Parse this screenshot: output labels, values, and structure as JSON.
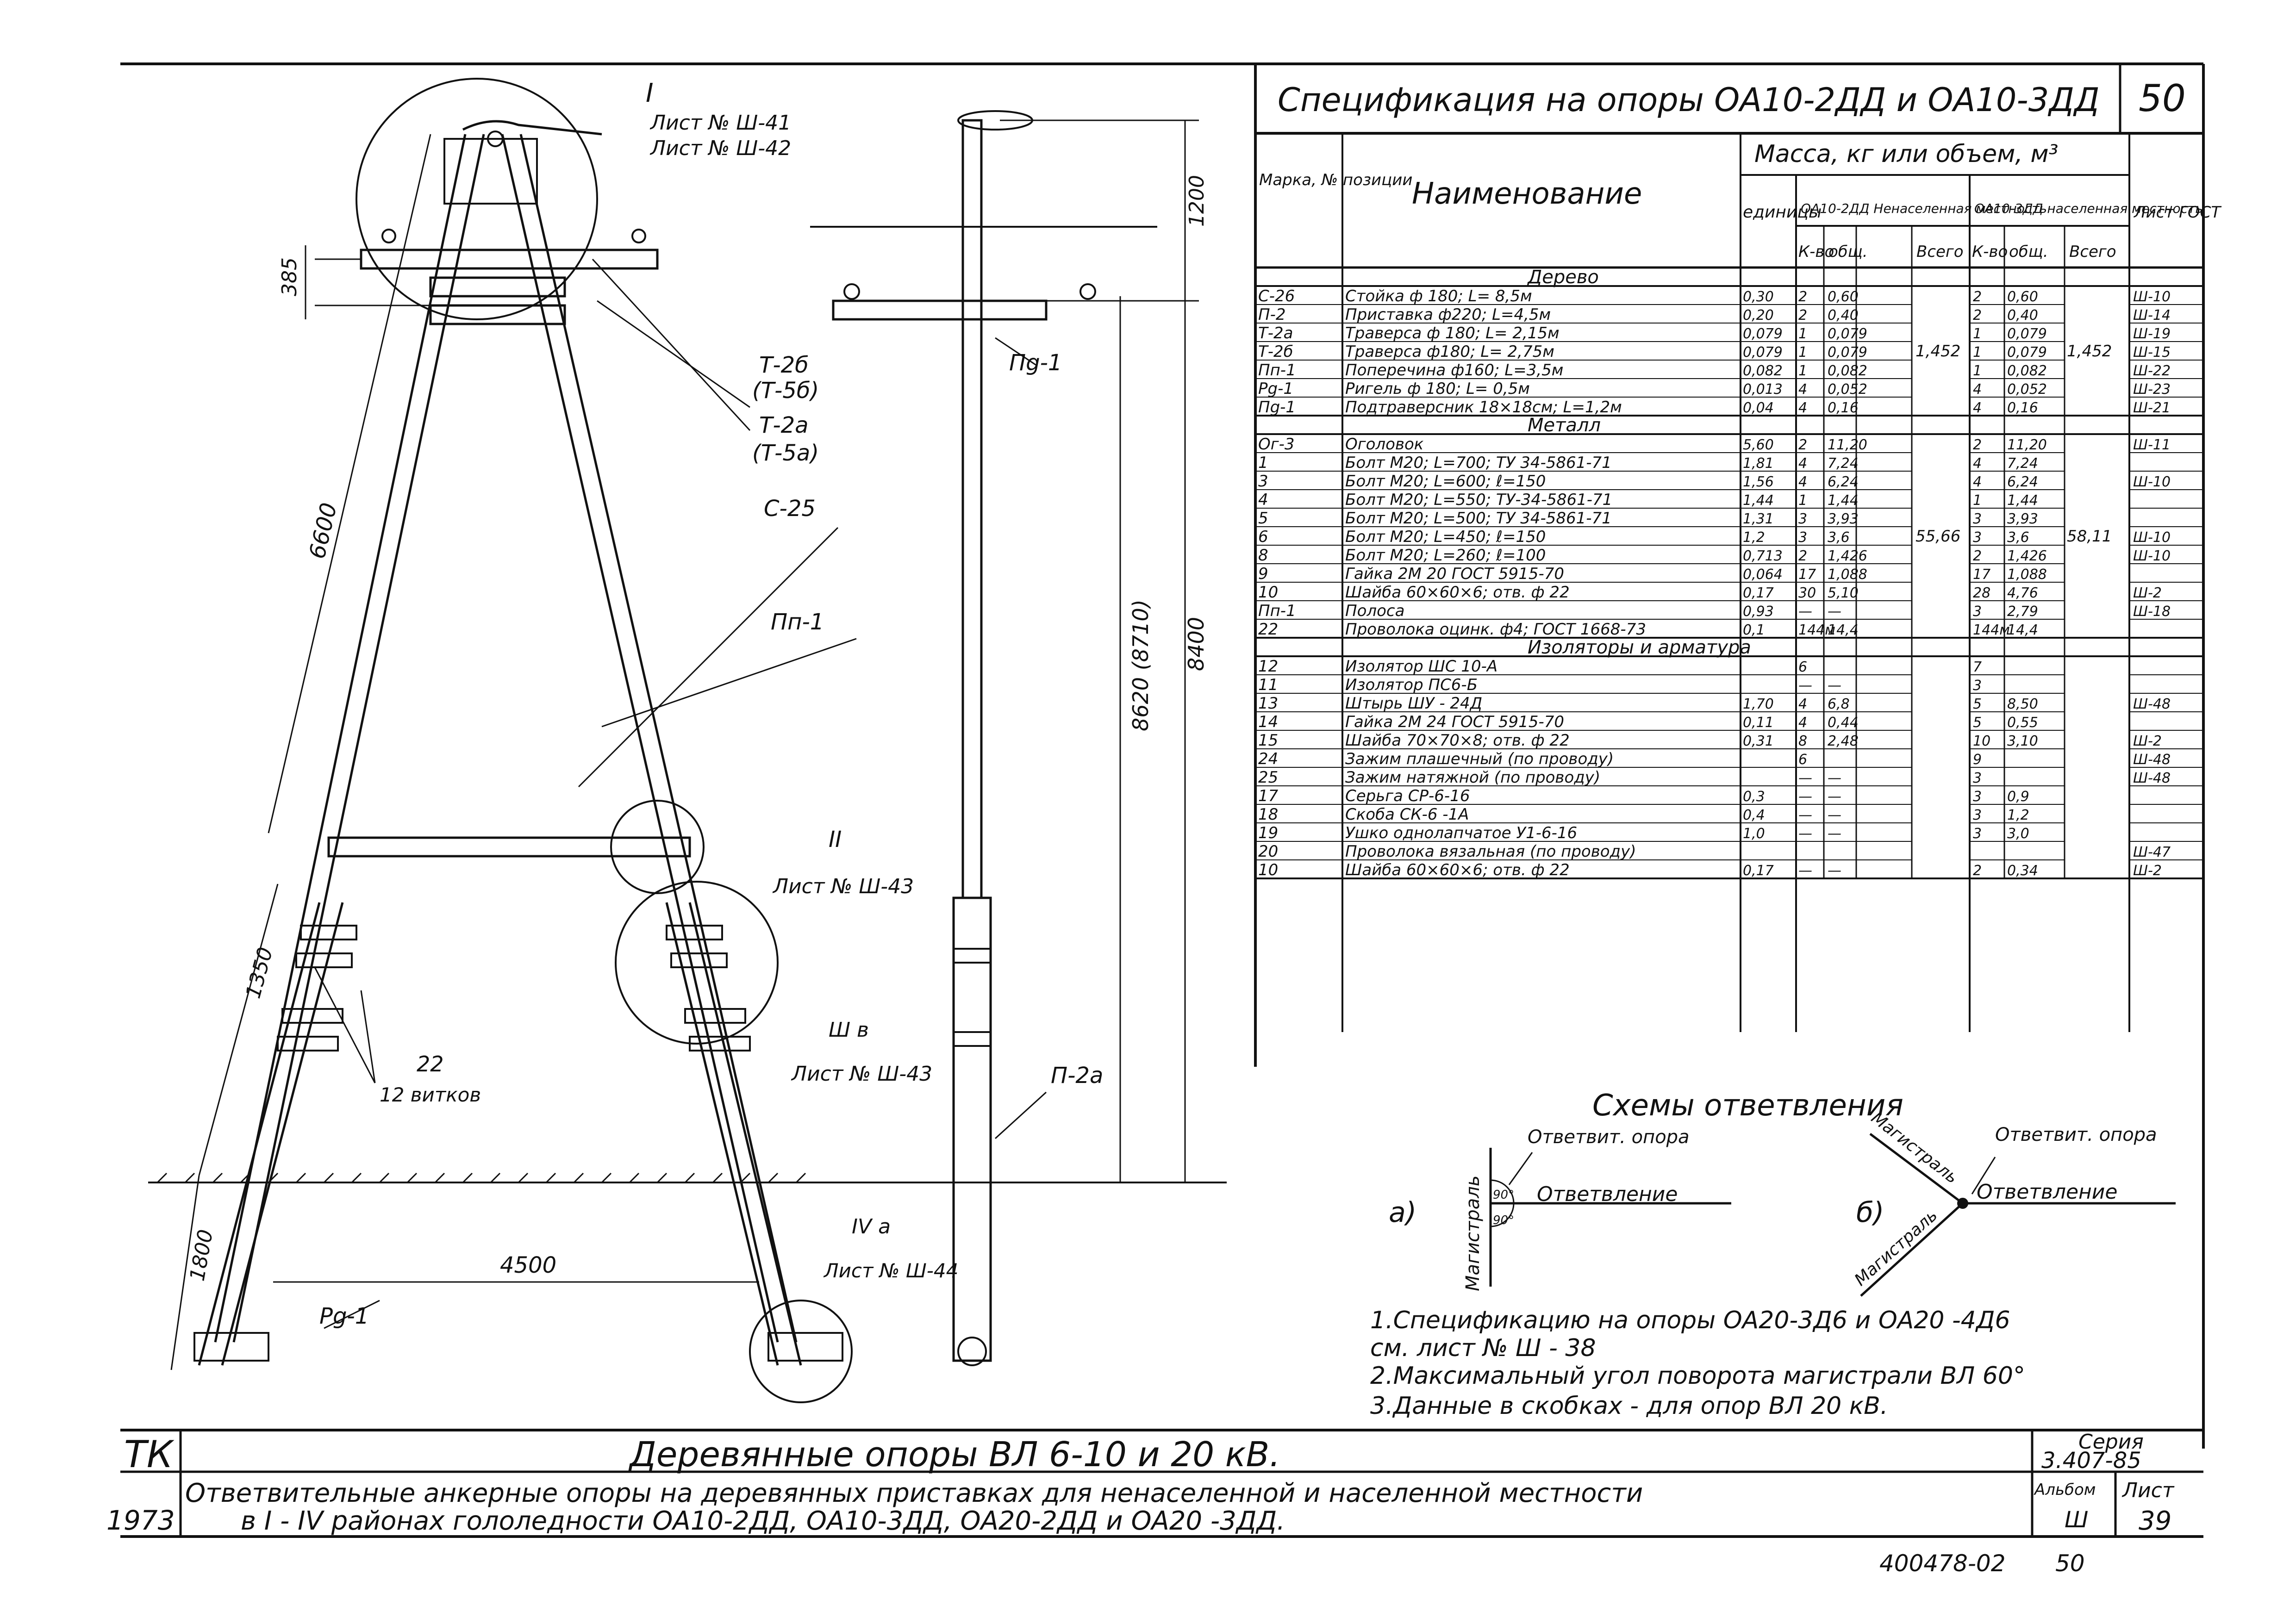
{
  "spec": {
    "title": "Спецификация на опоры ОА10-2ДД и ОА10-3ДД",
    "page_no": "50",
    "headers": {
      "marka": "Марка, № позиции",
      "name": "Наименование",
      "mass_group": "Масса, кг или объем, м³",
      "unit": "единицы",
      "variant1": "ОА10-2ДД Ненаселенная местность",
      "variant2": "ОА10-3ДД населенная местность",
      "qty": "К-во",
      "total_each": "общ.",
      "total": "Всего",
      "sheet_gost": "Лист ГОСТ"
    },
    "sections": [
      {
        "title": "Дерево",
        "total1": "1,452",
        "total2": "1,452",
        "rows": [
          {
            "m": "С-26",
            "n": "Стойка ф 180; L= 8,5м",
            "u": "0,30",
            "q1": "2",
            "o1": "0,60",
            "q2": "2",
            "o2": "0,60",
            "s": "Ш-10"
          },
          {
            "m": "П-2",
            "n": "Приставка ф220; L=4,5м",
            "u": "0,20",
            "q1": "2",
            "o1": "0,40",
            "q2": "2",
            "o2": "0,40",
            "s": "Ш-14"
          },
          {
            "m": "Т-2а",
            "n": "Траверса ф 180; L= 2,15м",
            "u": "0,079",
            "q1": "1",
            "o1": "0,079",
            "q2": "1",
            "o2": "0,079",
            "s": "Ш-19"
          },
          {
            "m": "Т-2б",
            "n": "Траверса ф180; L= 2,75м",
            "u": "0,079",
            "q1": "1",
            "o1": "0,079",
            "q2": "1",
            "o2": "0,079",
            "s": "Ш-15"
          },
          {
            "m": "Пп-1",
            "n": "Поперечина ф160; L=3,5м",
            "u": "0,082",
            "q1": "1",
            "o1": "0,082",
            "q2": "1",
            "o2": "0,082",
            "s": "Ш-22"
          },
          {
            "m": "Рg-1",
            "n": "Ригель ф 180; L= 0,5м",
            "u": "0,013",
            "q1": "4",
            "o1": "0,052",
            "q2": "4",
            "o2": "0,052",
            "s": "Ш-23"
          },
          {
            "m": "Пg-1",
            "n": "Подтраверсник 18×18см; L=1,2м",
            "u": "0,04",
            "q1": "4",
            "o1": "0,16",
            "q2": "4",
            "o2": "0,16",
            "s": "Ш-21"
          }
        ]
      },
      {
        "title": "Металл",
        "total1": "55,66",
        "total2": "58,11",
        "rows": [
          {
            "m": "Ог-3",
            "n": "Оголовок",
            "u": "5,60",
            "q1": "2",
            "o1": "11,20",
            "q2": "2",
            "o2": "11,20",
            "s": "Ш-11"
          },
          {
            "m": "1",
            "n": "Болт М20; L=700; ТУ 34-5861-71",
            "u": "1,81",
            "q1": "4",
            "o1": "7,24",
            "q2": "4",
            "o2": "7,24",
            "s": ""
          },
          {
            "m": "3",
            "n": "Болт М20; L=600; ℓ=150",
            "u": "1,56",
            "q1": "4",
            "o1": "6,24",
            "q2": "4",
            "o2": "6,24",
            "s": "Ш-10"
          },
          {
            "m": "4",
            "n": "Болт М20; L=550; ТУ-34-5861-71",
            "u": "1,44",
            "q1": "1",
            "o1": "1,44",
            "q2": "1",
            "o2": "1,44",
            "s": ""
          },
          {
            "m": "5",
            "n": "Болт М20; L=500; ТУ 34-5861-71",
            "u": "1,31",
            "q1": "3",
            "o1": "3,93",
            "q2": "3",
            "o2": "3,93",
            "s": ""
          },
          {
            "m": "6",
            "n": "Болт М20; L=450; ℓ=150",
            "u": "1,2",
            "q1": "3",
            "o1": "3,6",
            "q2": "3",
            "o2": "3,6",
            "s": "Ш-10"
          },
          {
            "m": "8",
            "n": "Болт М20; L=260; ℓ=100",
            "u": "0,713",
            "q1": "2",
            "o1": "1,426",
            "q2": "2",
            "o2": "1,426",
            "s": "Ш-10"
          },
          {
            "m": "9",
            "n": "Гайка 2М 20 ГОСТ 5915-70",
            "u": "0,064",
            "q1": "17",
            "o1": "1,088",
            "q2": "17",
            "o2": "1,088",
            "s": ""
          },
          {
            "m": "10",
            "n": "Шайба 60×60×6; отв. ф 22",
            "u": "0,17",
            "q1": "30",
            "o1": "5,10",
            "q2": "28",
            "o2": "4,76",
            "s": "Ш-2"
          },
          {
            "m": "Пп-1",
            "n": "Полоса",
            "u": "0,93",
            "q1": "—",
            "o1": "—",
            "q2": "3",
            "o2": "2,79",
            "s": "Ш-18"
          },
          {
            "m": "22",
            "n": "Проволока оцинк. ф4; ГОСТ 1668-73",
            "u": "0,1",
            "q1": "144м",
            "o1": "14,4",
            "q2": "144м",
            "o2": "14,4",
            "s": ""
          }
        ]
      },
      {
        "title": "Изоляторы и арматура",
        "total1": "",
        "total2": "",
        "rows": [
          {
            "m": "12",
            "n": "Изолятор ШС 10-А",
            "u": "",
            "q1": "6",
            "o1": "",
            "q2": "7",
            "o2": "",
            "s": ""
          },
          {
            "m": "11",
            "n": "Изолятор ПС6-Б",
            "u": "",
            "q1": "—",
            "o1": "—",
            "q2": "3",
            "o2": "",
            "s": ""
          },
          {
            "m": "13",
            "n": "Штырь ШУ - 24Д",
            "u": "1,70",
            "q1": "4",
            "o1": "6,8",
            "q2": "5",
            "o2": "8,50",
            "s": "Ш-48"
          },
          {
            "m": "14",
            "n": "Гайка 2М 24 ГОСТ 5915-70",
            "u": "0,11",
            "q1": "4",
            "o1": "0,44",
            "q2": "5",
            "o2": "0,55",
            "s": ""
          },
          {
            "m": "15",
            "n": "Шайба 70×70×8; отв. ф 22",
            "u": "0,31",
            "q1": "8",
            "o1": "2,48",
            "q2": "10",
            "o2": "3,10",
            "s": "Ш-2"
          },
          {
            "m": "24",
            "n": "Зажим плашечный (по проводу)",
            "u": "",
            "q1": "6",
            "o1": "",
            "q2": "9",
            "o2": "",
            "s": "Ш-48"
          },
          {
            "m": "25",
            "n": "Зажим натяжной (по проводу)",
            "u": "",
            "q1": "—",
            "o1": "—",
            "q2": "3",
            "o2": "",
            "s": "Ш-48"
          },
          {
            "m": "17",
            "n": "Серьга СР-6-16",
            "u": "0,3",
            "q1": "—",
            "o1": "—",
            "q2": "3",
            "o2": "0,9",
            "s": ""
          },
          {
            "m": "18",
            "n": "Скоба СК-6 -1А",
            "u": "0,4",
            "q1": "—",
            "o1": "—",
            "q2": "3",
            "o2": "1,2",
            "s": ""
          },
          {
            "m": "19",
            "n": "Ушко однолапчатое У1-6-16",
            "u": "1,0",
            "q1": "—",
            "o1": "—",
            "q2": "3",
            "o2": "3,0",
            "s": ""
          },
          {
            "m": "20",
            "n": "Проволока вязальная (по проводу)",
            "u": "",
            "q1": "",
            "o1": "",
            "q2": "",
            "o2": "",
            "s": "Ш-47"
          },
          {
            "m": "10",
            "n": "Шайба 60×60×6; отв. ф 22",
            "u": "0,17",
            "q1": "—",
            "o1": "—",
            "q2": "2",
            "o2": "0,34",
            "s": "Ш-2"
          }
        ]
      }
    ]
  },
  "schemes": {
    "title": "Схемы ответвления",
    "a": {
      "letter": "а)",
      "label_branch_support": "Ответвит. опора",
      "label_branch": "Ответвление",
      "label_main": "Магистраль",
      "angle1": "90°",
      "angle2": "90°"
    },
    "b": {
      "letter": "б)",
      "label_branch_support": "Ответвит. опора",
      "label_branch": "Ответвление",
      "label_main1": "Магистраль",
      "label_main2": "Магистраль"
    }
  },
  "notes": [
    "1.Спецификацию на опоры ОА20-3Д6 и ОА20 -4Д6",
    "см. лист № Ш - 38",
    "2.Максимальный угол поворота магистрали ВЛ 60°",
    "3.Данные в скобках - для опор ВЛ 20 кВ."
  ],
  "drawing": {
    "callout_I": "I",
    "callout_I_refs": [
      "Лист № Ш-41",
      "Лист № Ш-42"
    ],
    "dim_385": "385",
    "dim_6600": "6600",
    "dim_1350": "1350",
    "dim_1800": "1800",
    "dim_4500": "4500",
    "dim_1200": "1200",
    "dim_8620": "8620 (8710)",
    "dim_8400": "8400",
    "label_t2b": "Т-2б",
    "label_t5b": "(Т-5б)",
    "label_t2a": "Т-2а",
    "label_t5a": "(Т-5а)",
    "label_c25": "С-25",
    "label_pp1": "Пп-1",
    "label_pg1": "Пg-1",
    "label_p2a": "П-2а",
    "label_rg1": "Рg-1",
    "label_22": "22",
    "label_12": "12 витков",
    "callout_II": "II",
    "callout_II_ref": "Лист № Ш-43",
    "callout_IIIb": "Ш в",
    "callout_IIIb_ref": "Лист № Ш-43",
    "callout_IVa": "IV а",
    "callout_IVa_ref": "Лист № Ш-44"
  },
  "title_block": {
    "tk": "ТК",
    "year": "1973",
    "main_title": "Деревянные опоры ВЛ 6-10 и 20 кВ.",
    "subtitle1": "Ответвительные анкерные опоры на деревянных приставках для ненаселенной и населенной местности",
    "subtitle2": "в I - IV районах гололедности ОА10-2ДД, ОА10-3ДД, ОА20-2ДД и ОА20 -3ДД.",
    "series_label": "Серия",
    "series": "3.407-85",
    "album_label": "Альбом",
    "album": "Ш",
    "sheet_label": "Лист",
    "sheet": "39",
    "doc_number": "400478-02",
    "doc_page": "50"
  }
}
